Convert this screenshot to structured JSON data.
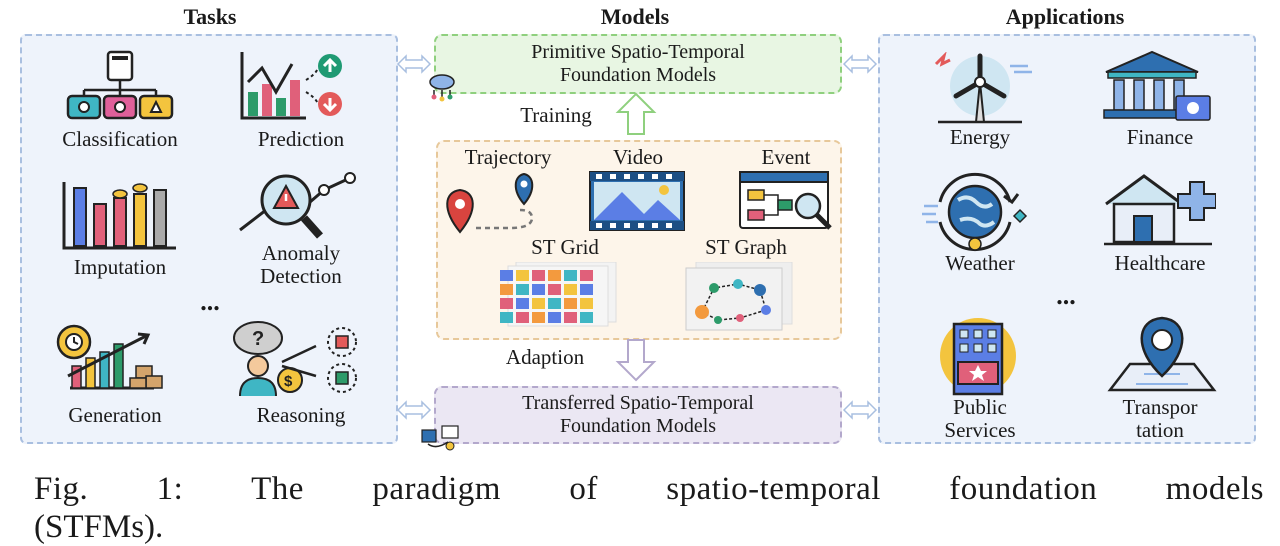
{
  "headers": {
    "tasks": "Tasks",
    "models": "Models",
    "applications": "Applications"
  },
  "tasks": [
    {
      "label": "Classification"
    },
    {
      "label": "Prediction"
    },
    {
      "label": "Imputation"
    },
    {
      "label": "Anomaly Detection",
      "line1": "Anomaly",
      "line2": "Detection"
    },
    {
      "label": "Generation"
    },
    {
      "label": "Reasoning"
    }
  ],
  "tasks_ellipsis": "...",
  "models": {
    "primitive": {
      "line1": "Primitive Spatio-Temporal",
      "line2": "Foundation Models"
    },
    "training": "Training",
    "data_types": [
      "Trajectory",
      "Video",
      "Event",
      "ST Grid",
      "ST Graph"
    ],
    "adaption": "Adaption",
    "transferred": {
      "line1": "Transferred Spatio-Temporal",
      "line2": "Foundation Models"
    }
  },
  "applications": [
    {
      "label": "Energy"
    },
    {
      "label": "Finance"
    },
    {
      "label": "Weather"
    },
    {
      "label": "Healthcare"
    },
    {
      "label": "Public Services",
      "line1": "Public",
      "line2": "Services"
    },
    {
      "label": "Transportation",
      "line1": "Transpor",
      "line2": "tation"
    }
  ],
  "apps_ellipsis": "...",
  "caption": {
    "line1": "Fig. 1: The paradigm of spatio-temporal foundation models",
    "line2": "(STFMs)."
  },
  "colors": {
    "panel_fill": "#eef3fb",
    "panel_border": "#a9bfe0",
    "primitive_fill": "#e8f6e3",
    "primitive_border": "#8fd07e",
    "data_fill": "#fdf5ea",
    "data_border": "#e7c89a",
    "transferred_fill": "#ebe7f3",
    "transferred_border": "#b3a8cc"
  }
}
